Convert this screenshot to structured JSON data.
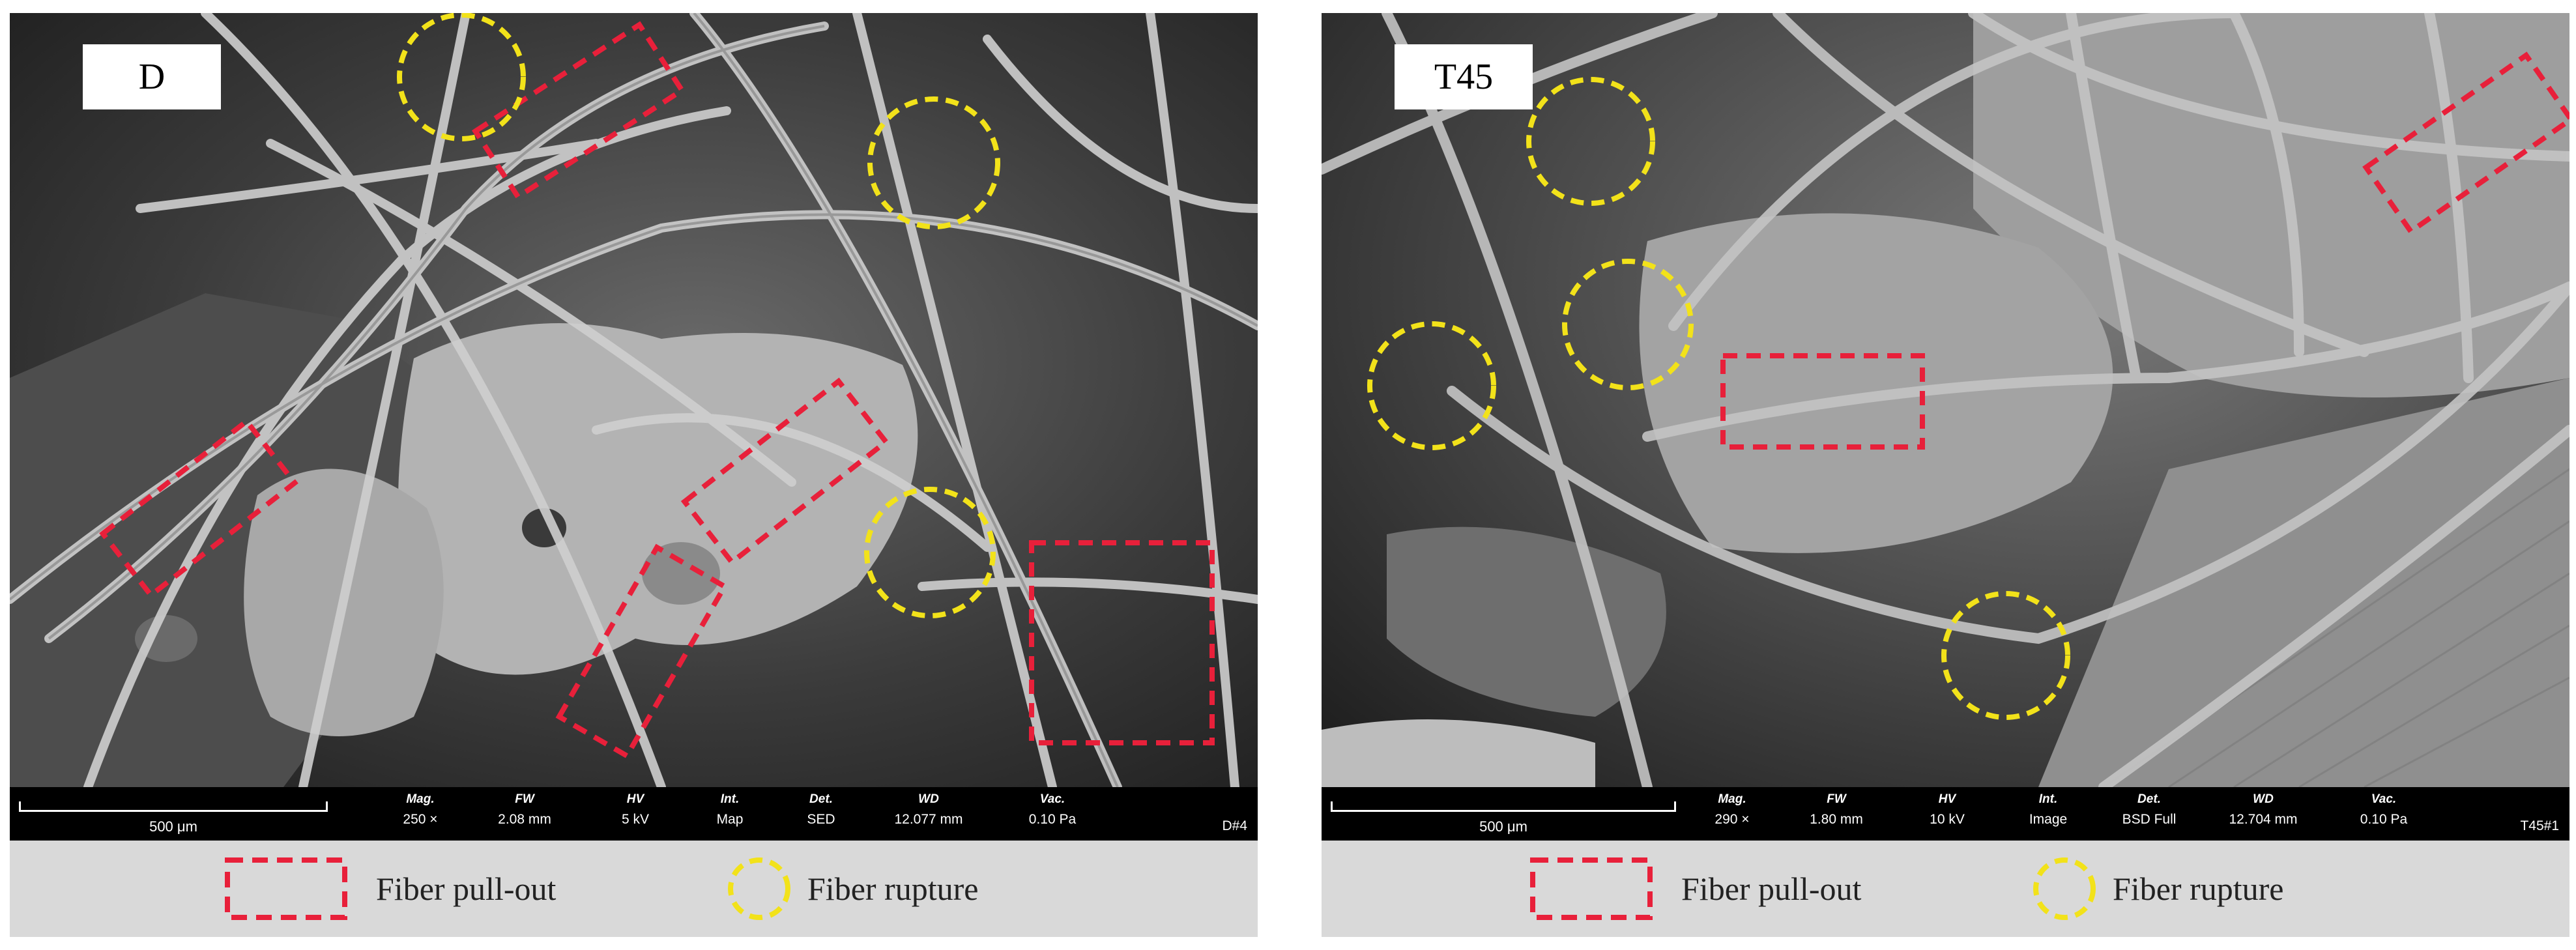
{
  "panels": [
    {
      "label": "D",
      "scale_label": "500 μm",
      "params": [
        {
          "key": "Mag.",
          "value": "250 ×"
        },
        {
          "key": "FW",
          "value": "2.08 mm"
        },
        {
          "key": "HV",
          "value": "5 kV"
        },
        {
          "key": "Int.",
          "value": "Map"
        },
        {
          "key": "Det.",
          "value": "SED"
        },
        {
          "key": "WD",
          "value": "12.077 mm"
        },
        {
          "key": "Vac.",
          "value": "0.10 Pa"
        }
      ],
      "image_id": "D#4"
    },
    {
      "label": "T45",
      "scale_label": "500 μm",
      "params": [
        {
          "key": "Mag.",
          "value": "290 ×"
        },
        {
          "key": "FW",
          "value": "1.80 mm"
        },
        {
          "key": "HV",
          "value": "10 kV"
        },
        {
          "key": "Int.",
          "value": "Image"
        },
        {
          "key": "Det.",
          "value": "BSD Full"
        },
        {
          "key": "WD",
          "value": "12.704 mm"
        },
        {
          "key": "Vac.",
          "value": "0.10 Pa"
        }
      ],
      "image_id": "T45#1"
    }
  ],
  "legend": {
    "pullout": "Fiber pull-out",
    "rupture": "Fiber rupture"
  },
  "colors": {
    "pullout_marker": "#e8203a",
    "rupture_marker": "#f2e21a",
    "legend_background": "#d9d9d9",
    "infobar_background": "#000000"
  }
}
